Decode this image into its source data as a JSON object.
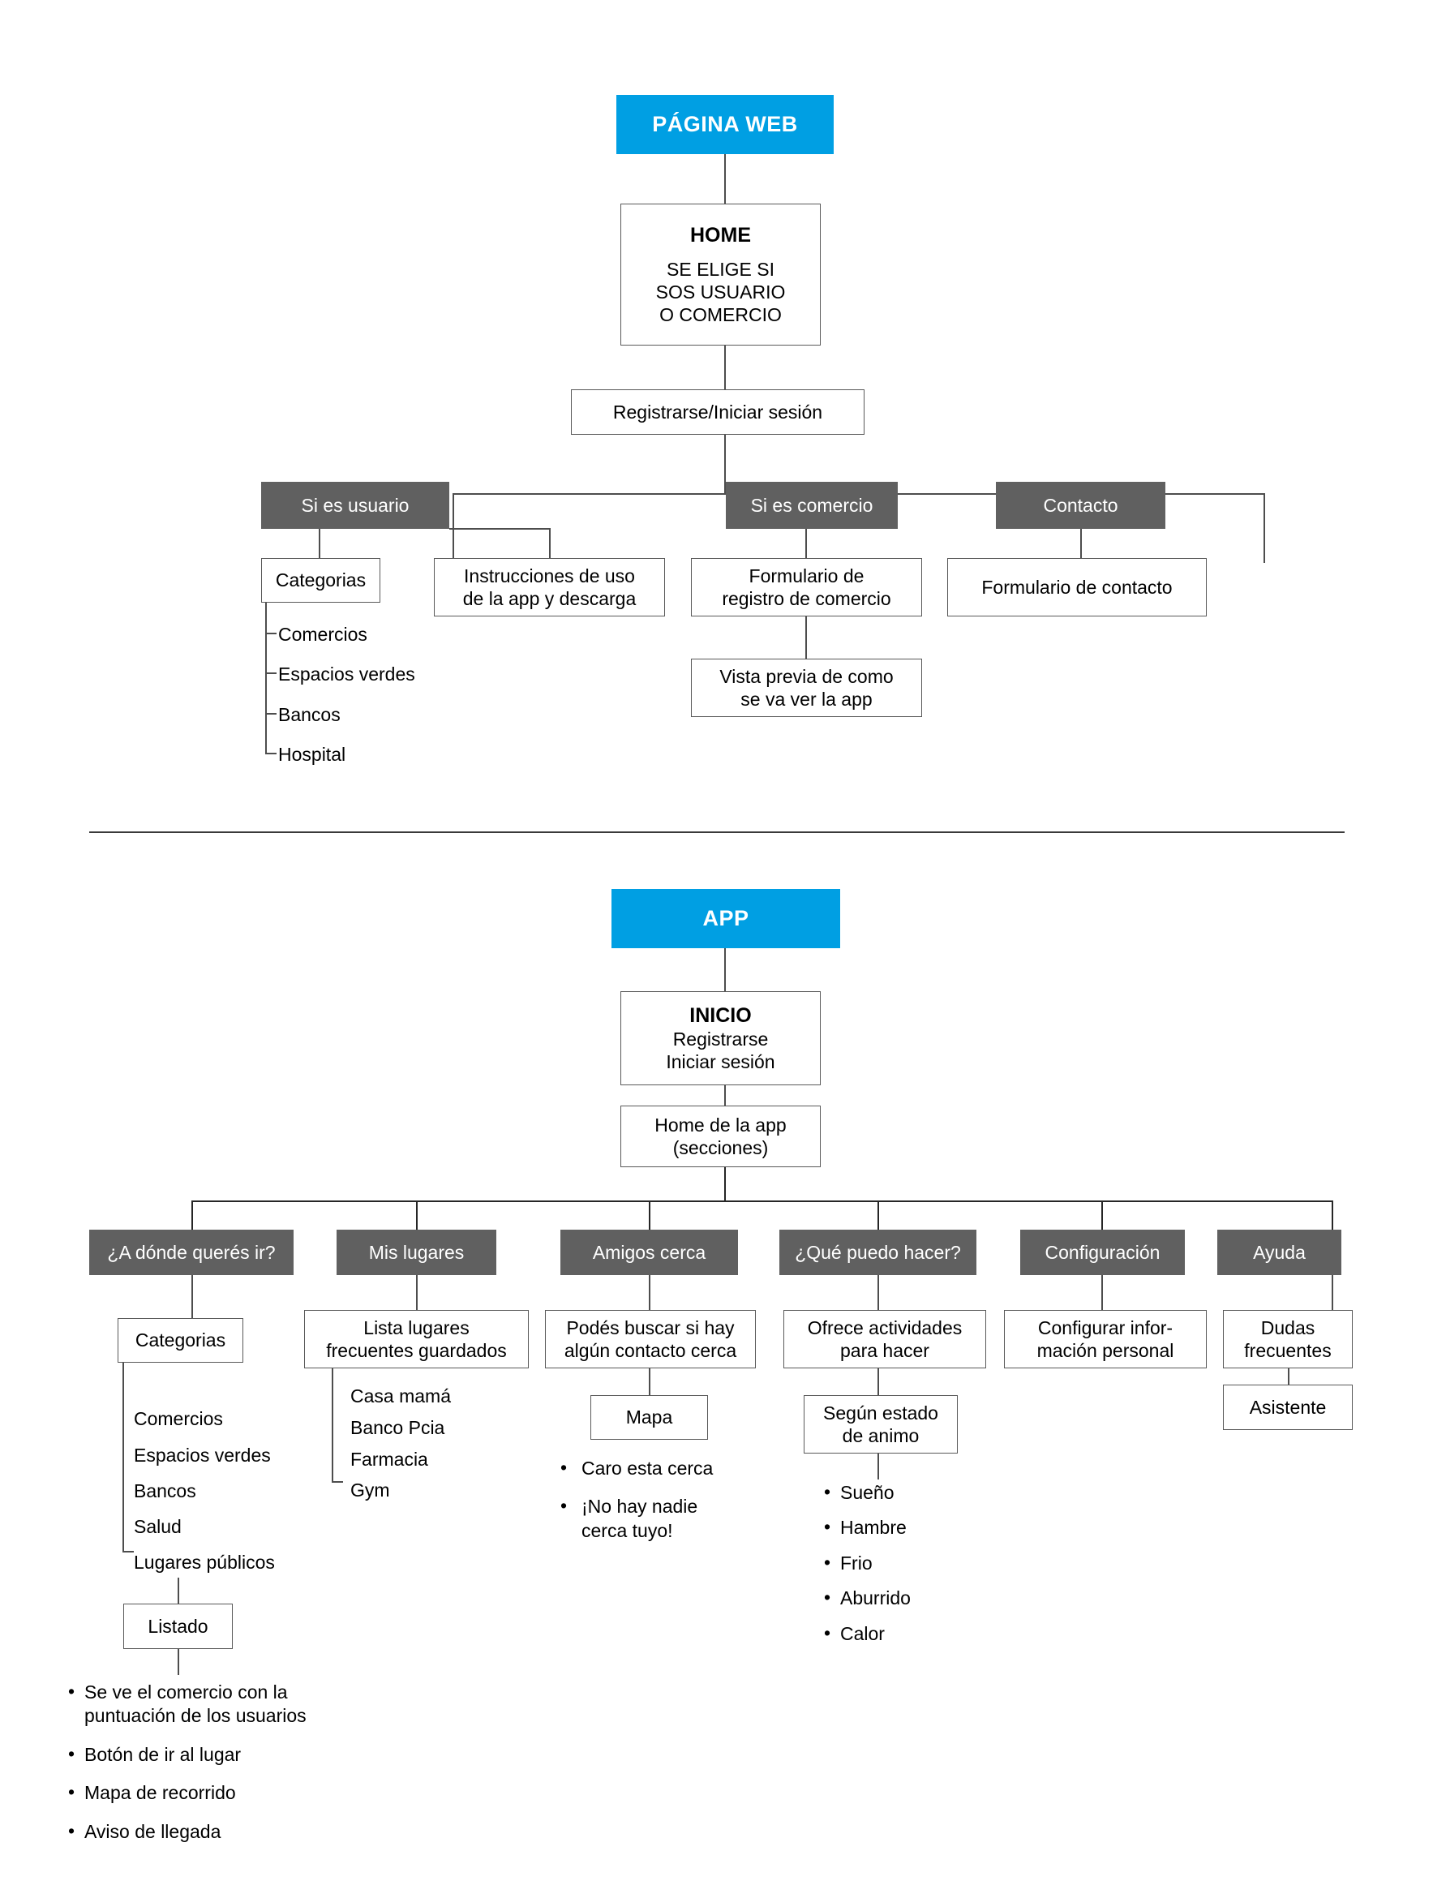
{
  "theme": {
    "accent_color": "#009fe3",
    "gray_box_color": "#606060",
    "line_color": "#4d4d4d",
    "text_color": "#000000"
  },
  "web_section": {
    "header": "PÁGINA WEB",
    "home": {
      "title": "HOME",
      "subtitle": "SE ELIGE SI\nSOS USUARIO\nO COMERCIO"
    },
    "auth": "Registrarse/Iniciar sesión",
    "branches": {
      "usuario": {
        "header": "Si es usuario",
        "categorias_box": "Categorias",
        "categorias_items": [
          "Comercios",
          "Espacios verdes",
          "Bancos",
          "Hospital"
        ],
        "instrucciones": "Instrucciones de uso\nde la app y descarga"
      },
      "comercio": {
        "header": "Si es comercio",
        "formulario": "Formulario de\nregistro de comercio",
        "vista_previa": "Vista previa de como\nse va ver la app"
      },
      "contacto": {
        "header": "Contacto",
        "formulario": "Formulario de contacto"
      }
    }
  },
  "app_section": {
    "header": "APP",
    "inicio": {
      "title": "INICIO",
      "subtitle": "Registrarse\nIniciar sesión"
    },
    "home": "Home de la app\n(secciones)",
    "columns": [
      {
        "header": "¿A dónde querés ir?",
        "box": "Categorias",
        "tree_items": [
          "Comercios",
          "Espacios verdes",
          "Bancos",
          "Salud",
          "Lugares públicos"
        ],
        "sub_box": "Listado",
        "bullets": [
          "Se ve el comercio con la\npuntuación de los usuarios",
          "Botón de ir al lugar",
          "Mapa de recorrido",
          "Aviso de llegada"
        ]
      },
      {
        "header": "Mis lugares",
        "box": "Lista lugares\nfrecuentes guardados",
        "tree_items": [
          "Casa mamá",
          "Banco Pcia",
          "Farmacia",
          "Gym"
        ]
      },
      {
        "header": "Amigos cerca",
        "box": "Podés buscar si hay\nalgún contacto cerca",
        "sub_box": "Mapa",
        "bullets": [
          "Caro esta cerca",
          "¡No hay nadie\n   cerca tuyo!"
        ]
      },
      {
        "header": "¿Qué puedo hacer?",
        "box": "Ofrece actividades\npara hacer",
        "sub_box": "Según estado\nde animo",
        "bullets": [
          "Sueño",
          "Hambre",
          "Frio",
          "Aburrido",
          "Calor"
        ]
      },
      {
        "header": "Configuración",
        "box": "Configurar infor-\nmación personal"
      },
      {
        "header": "Ayuda",
        "box": "Dudas\nfrecuentes",
        "sub_box": "Asistente"
      }
    ]
  }
}
